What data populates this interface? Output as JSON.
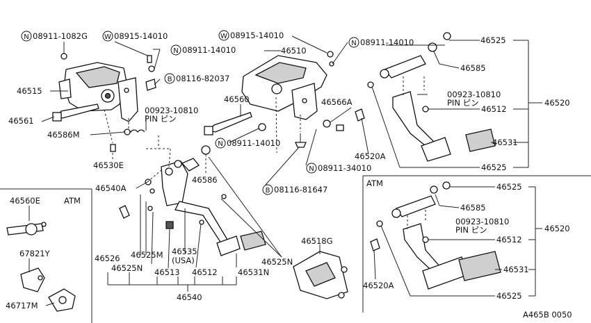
{
  "labels": {
    "n_08911_1082G": "08911-1082G",
    "w_08915_14010_a": "08915-14010",
    "n_08911_14010_a": "08911-14010",
    "b_08116_82037": "08116-82037",
    "p46515": "46515",
    "p46561": "46561",
    "p46586M": "46586M",
    "p46530E": "46530E",
    "pin_00923_10810_a": "00923-10810",
    "pin_text_a": "PIN ピン",
    "w_08915_14010_b": "08915-14010",
    "p46510": "46510",
    "p46560": "46560",
    "p46566A": "46566A",
    "n_08911_14010_b": "08911-14010",
    "n_08911_14010_c": "08911-14010",
    "n_08911_34010": "08911-34010",
    "b_08116_81647": "08116-81647",
    "p46586": "46586",
    "p46540A": "46540A",
    "p46526": "46526",
    "p46525M": "46525M",
    "p46525N_a": "46525N",
    "p46513": "46513",
    "p46535": "46535",
    "p46535_sub": "(USA)",
    "p46512_a": "46512",
    "p46531N": "46531N",
    "p46525N_b": "46525N",
    "p46540": "46540",
    "p46518G": "46518G",
    "p46525_t1": "46525",
    "p46585_a": "46585",
    "pin_00923_10810_b": "00923-10810",
    "pin_text_b": "PIN ピン",
    "p46512_b": "46512",
    "p46520_a": "46520",
    "p46531_a": "46531",
    "p46520A_a": "46520A",
    "p46525_t2": "46525",
    "atm_label_a": "ATM",
    "p46525_t3": "46525",
    "p46585_b": "46585",
    "pin_00923_10810_c": "00923-10810",
    "pin_text_c": "PIN ピン",
    "p46512_c": "46512",
    "p46520_b": "46520",
    "p46531_b": "46531",
    "p46520A_b": "46520A",
    "p46525_t4": "46525",
    "p46560E": "46560E",
    "atm_label_b": "ATM",
    "p67821Y": "67821Y",
    "p46717M": "46717M",
    "ref_code": "A465B 0050"
  },
  "symbols": {
    "nut": "N",
    "washer": "W",
    "bolt": "B"
  }
}
